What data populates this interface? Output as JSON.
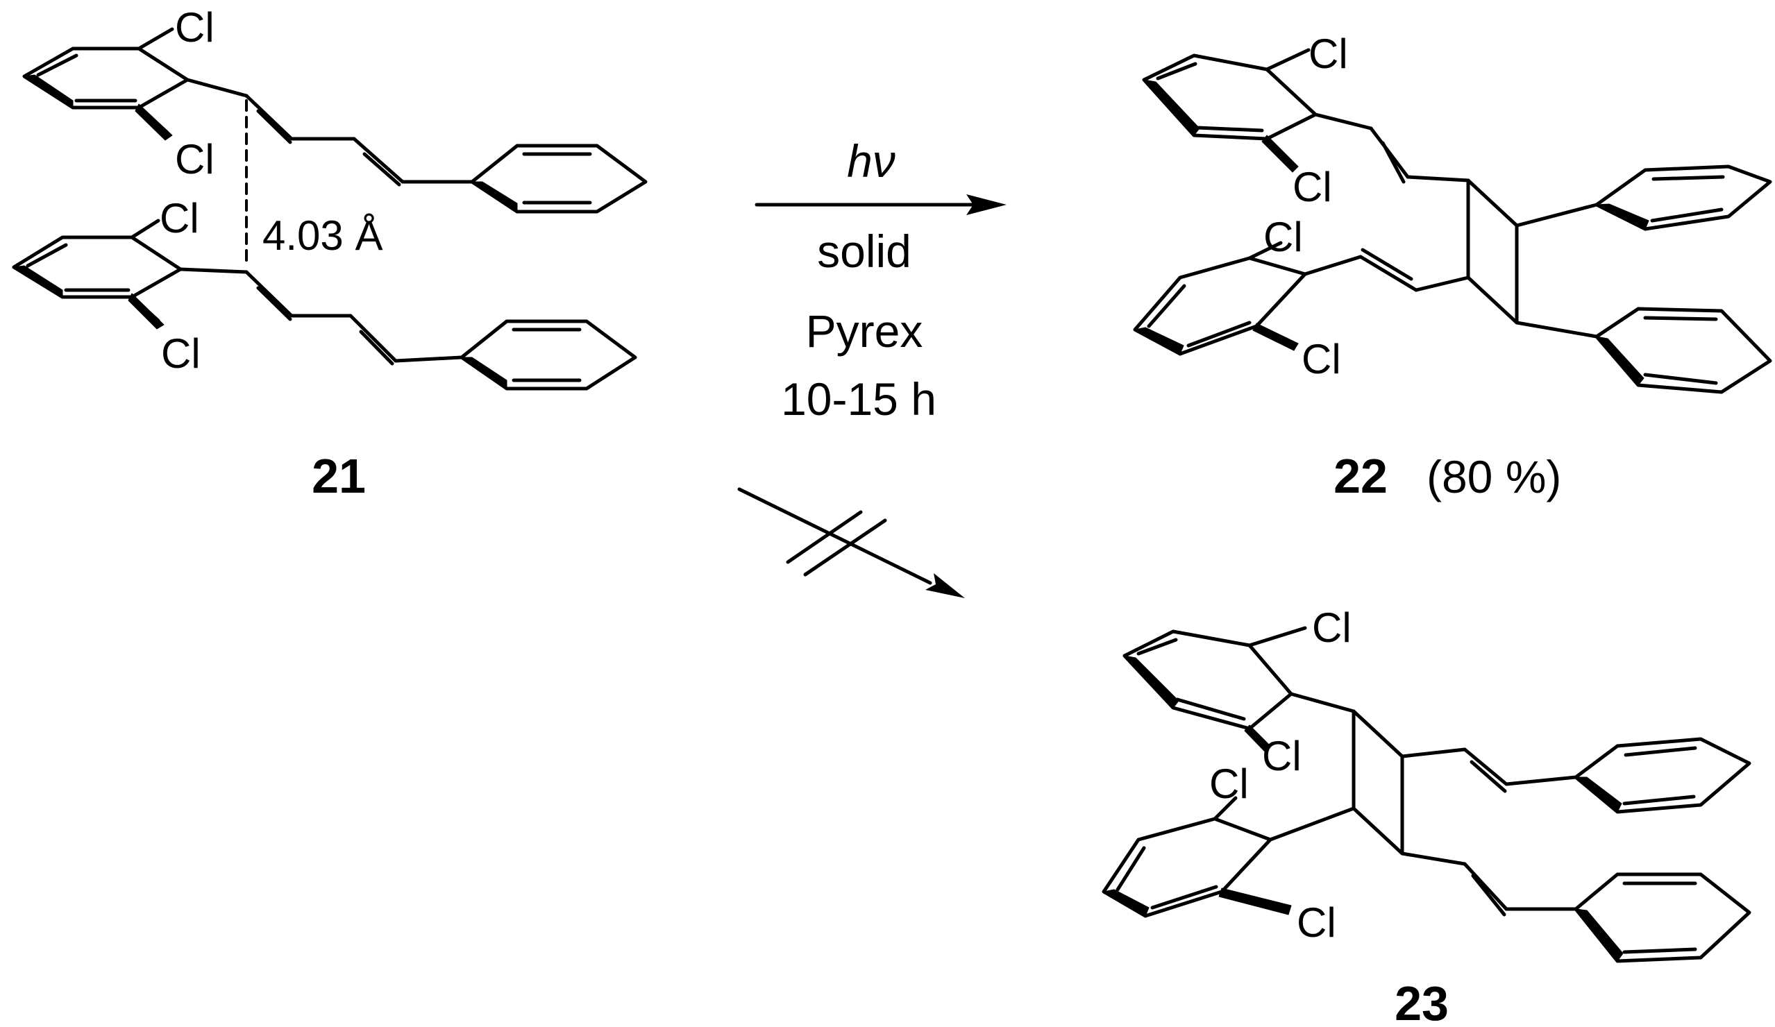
{
  "atom_label": "Cl",
  "distance_label": "4.03 Å",
  "conditions": {
    "light": "hν",
    "phase": "solid",
    "vessel": "Pyrex",
    "time": "10-15 h"
  },
  "compounds": {
    "reactant": "21",
    "product_major": "22",
    "product_major_yield": "(80 %)",
    "product_blocked": "23"
  }
}
